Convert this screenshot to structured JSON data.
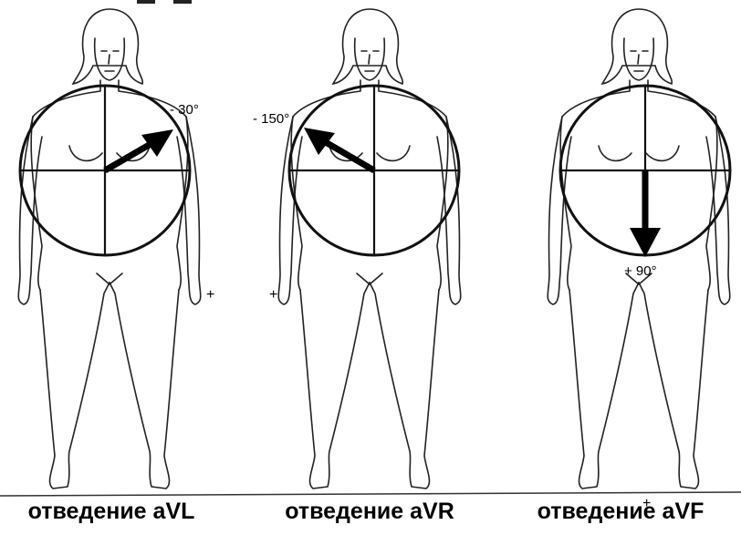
{
  "panels": [
    {
      "id": "avl",
      "caption": "отведение aVL",
      "angle_label": "- 30°",
      "angle_deg": -30
    },
    {
      "id": "avr",
      "caption": "отведение aVR",
      "angle_label": "- 150°",
      "angle_deg": -150
    },
    {
      "id": "avf",
      "caption": "отведение aVF",
      "angle_label": "+ 90°",
      "angle_deg": 90
    }
  ],
  "plus_sign": "+"
}
